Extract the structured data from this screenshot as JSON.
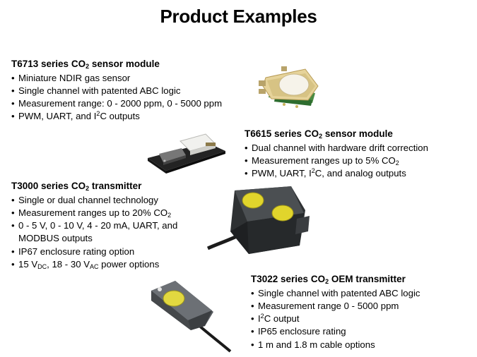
{
  "slide": {
    "title": "Product Examples"
  },
  "products": {
    "t6713": {
      "heading": [
        "T6713 series CO",
        "2",
        " sensor module"
      ],
      "bullets": [
        [
          "Miniature NDIR gas sensor"
        ],
        [
          "Single channel with patented ABC logic"
        ],
        [
          "Measurement range: 0 - 2000 ppm, 0 - 5000 ppm"
        ],
        [
          "PWM, UART, and I",
          "2",
          "C outputs"
        ]
      ]
    },
    "t6615": {
      "heading": [
        "T6615 series CO",
        "2",
        " sensor module"
      ],
      "bullets": [
        [
          "Dual channel with hardware drift correction"
        ],
        [
          "Measurement ranges up to 5% CO",
          "2"
        ],
        [
          "PWM, UART, I",
          "2",
          "C, and analog outputs"
        ]
      ]
    },
    "t3000": {
      "heading": [
        "T3000 series CO",
        "2",
        "  transmitter"
      ],
      "bullets": [
        [
          "Single or dual channel technology"
        ],
        [
          "Measurement ranges up to 20% CO",
          "2"
        ],
        [
          "0 - 5 V, 0 - 10 V, 4 - 20 mA, UART, and"
        ],
        [
          "MODBUS  outputs"
        ],
        [
          "IP67 enclosure rating option"
        ],
        [
          "15 V",
          "DC",
          ", 18 - 30 V",
          "AC",
          " power options"
        ]
      ]
    },
    "t3022": {
      "heading": [
        "T3022 series CO",
        "2",
        "  OEM transmitter"
      ],
      "bullets": [
        [
          "Single channel with patented ABC logic"
        ],
        [
          "Measurement range 0 - 5000 ppm"
        ],
        [
          "I",
          "2",
          "C output"
        ],
        [
          "IP65 enclosure rating"
        ],
        [
          "1 m and 1.8 m cable options"
        ]
      ]
    }
  },
  "images": {
    "t6713": "t6713-sensor-photo",
    "t6615": "t6615-sensor-board-photo",
    "t3000": "t3000-transmitter-photo",
    "t3022": "t3022-transmitter-photo"
  },
  "colors": {
    "sensor_yellow": "#e2d42a",
    "housing_dark": "#3a3d40",
    "pcb_green": "#3f8a3a"
  }
}
